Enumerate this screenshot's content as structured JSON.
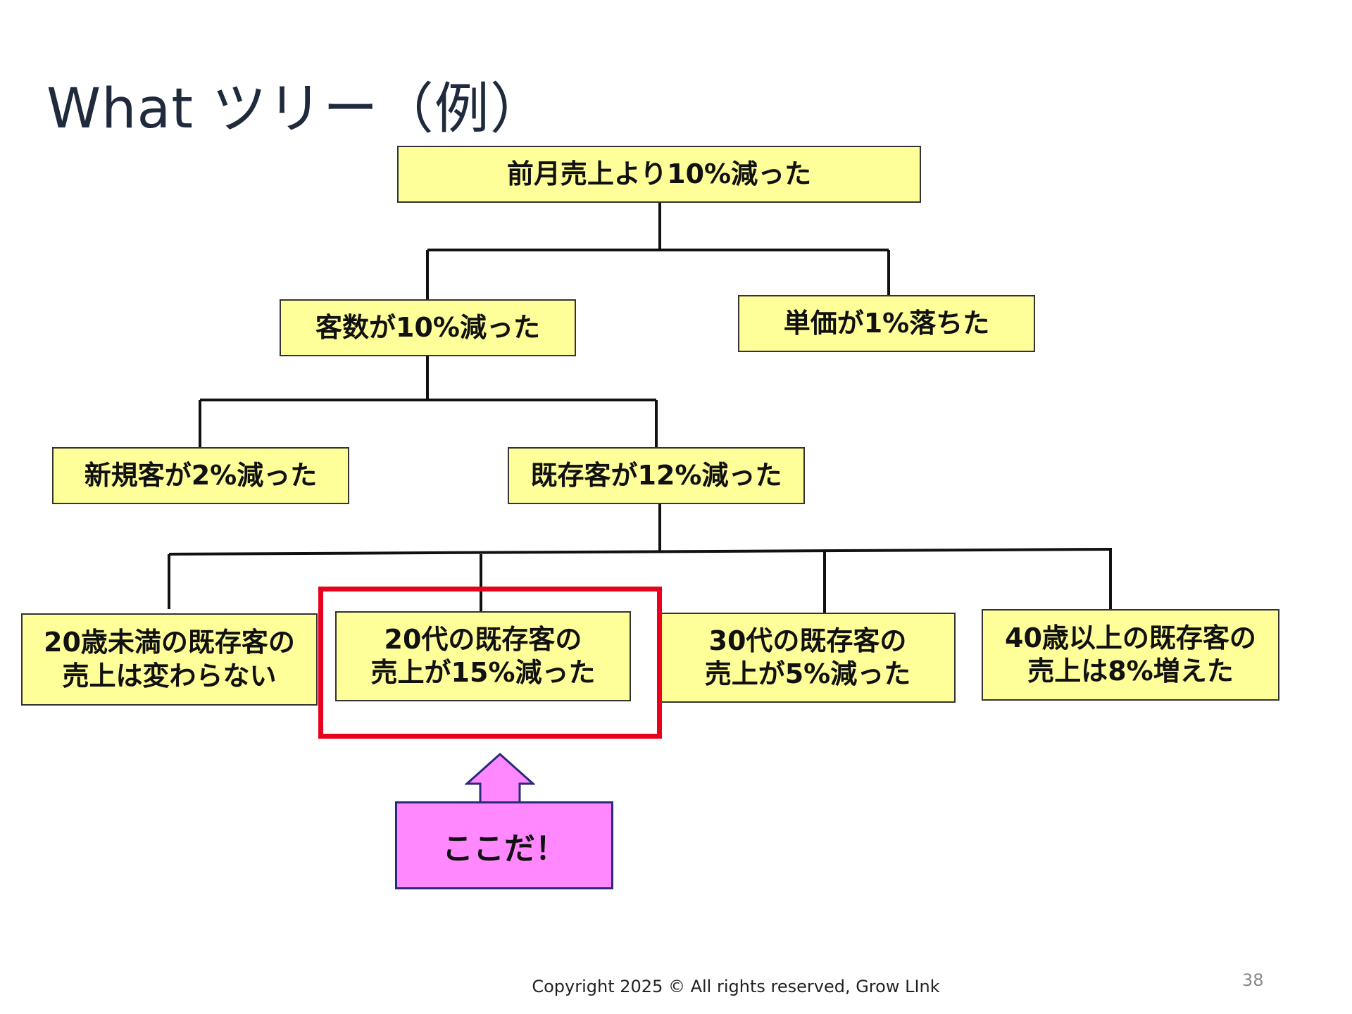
{
  "slide": {
    "title": "What ツリー（例）",
    "footer": "Copyright 2025 © All rights reserved, Grow LInk",
    "page_number": "38"
  },
  "tree": {
    "root": "前月売上より10%減った",
    "customers": "客数が10%減った",
    "unit_price": "単価が1%落ちた",
    "new_customers": "新規客が2%減った",
    "existing_customers": "既存客が12%減った",
    "under20": "20歳未満の既存客の\n売上は変わらない",
    "twenties": "20代の既存客の\n売上が15%減った",
    "thirties": "30代の既存客の\n売上が5%減った",
    "over40": "40歳以上の既存客の\n売上は8%増えた"
  },
  "callout": {
    "label": "ここだ！"
  },
  "colors": {
    "node_fill": "#ffff99",
    "highlight_border": "#e8001c",
    "callout_fill": "#ff88ff",
    "callout_border": "#2a2a7a"
  }
}
